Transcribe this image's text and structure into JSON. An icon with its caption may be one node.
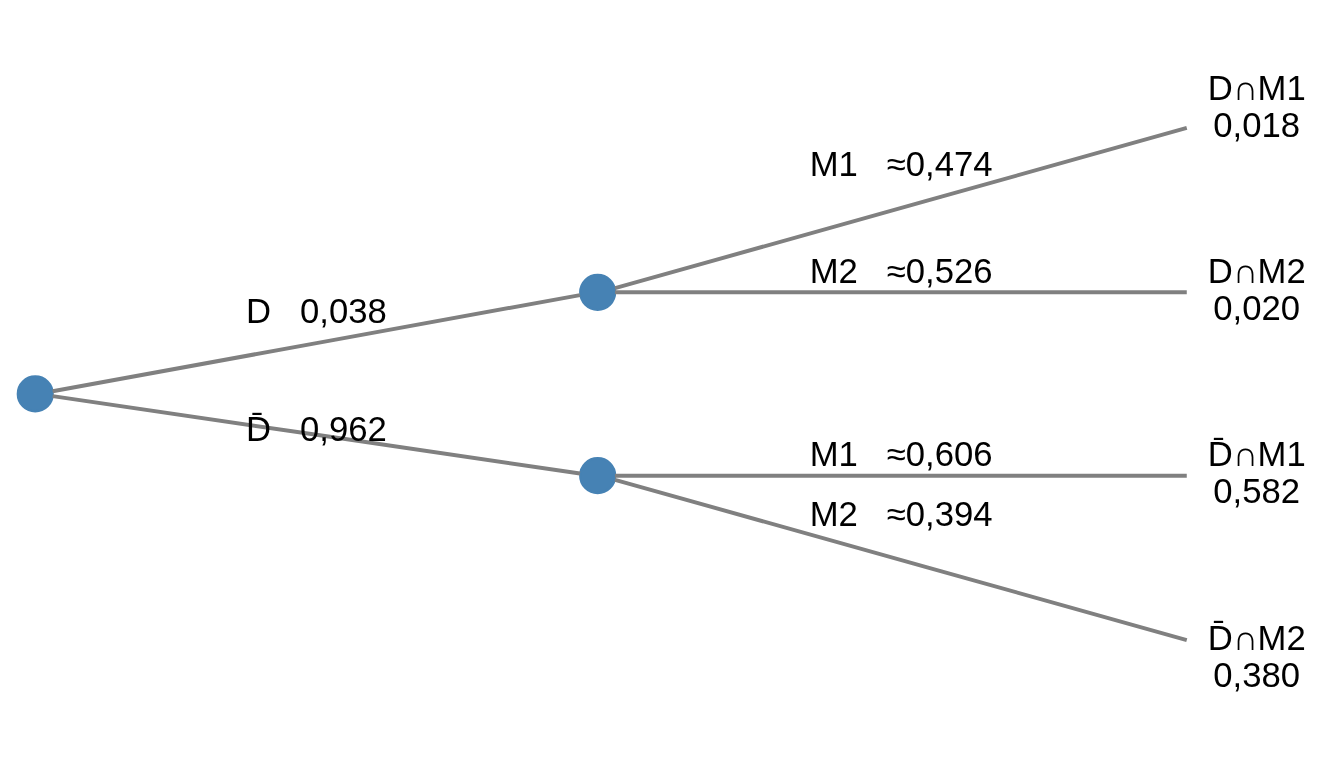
{
  "diagram": {
    "nodes": [
      {
        "text": [],
        "shape": "circle"
      },
      {
        "text": [],
        "shape": "circle"
      },
      {
        "text": [
          "D∩M1",
          "0,018"
        ]
      },
      {
        "text": [
          "D∩M2",
          "0,020"
        ]
      },
      {
        "text": [],
        "shape": "circle"
      },
      {
        "text": [
          "D̄∩M1",
          "0,582"
        ]
      },
      {
        "text": [
          "D̄∩M2",
          "0,380"
        ]
      }
    ],
    "edges": [
      {
        "from": 0,
        "to": 1,
        "arrow": "none",
        "label": "D   0,038"
      },
      {
        "from": 1,
        "to": 2,
        "arrow": "none",
        "label": "M1   ≈0,474"
      },
      {
        "from": 1,
        "to": 3,
        "arrow": "none",
        "label": "M2   ≈0,526"
      },
      {
        "from": 0,
        "to": 4,
        "arrow": "none",
        "label": "D̄   0,962"
      },
      {
        "from": 4,
        "to": 5,
        "arrow": "none",
        "label": "M1   ≈0,606"
      },
      {
        "from": 4,
        "to": 6,
        "arrow": "none",
        "label": "M2   ≈0,394"
      }
    ]
  }
}
